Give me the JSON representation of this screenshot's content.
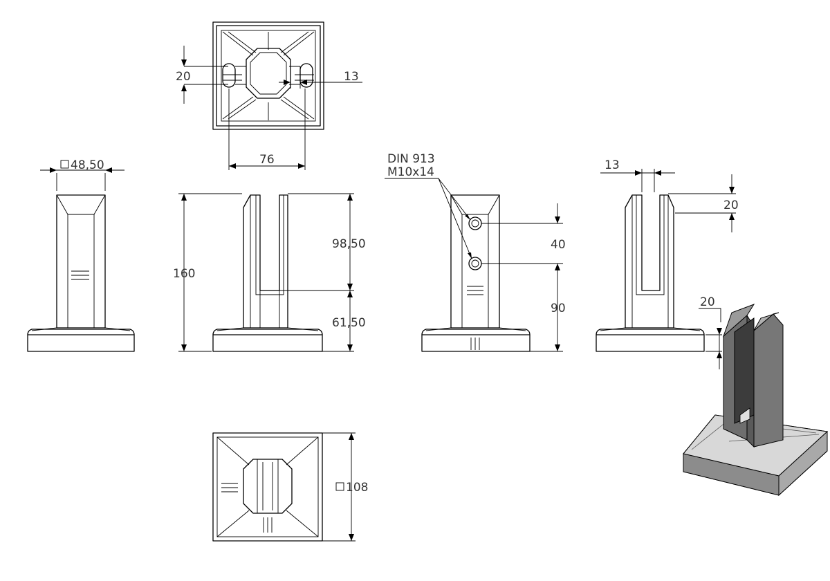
{
  "dimensions": {
    "slot_hole_height": "20",
    "slot_hole_width": "13",
    "hole_spacing": "76",
    "post_section": "48,50",
    "total_height": "160",
    "slot_depth": "98,50",
    "base_to_slot": "61,50",
    "screw_spec_line1": "DIN 913",
    "screw_spec_line2": "M10x14",
    "screw_spacing": "40",
    "screw_height": "90",
    "slot_width": "13",
    "top_chamfer": "20",
    "base_thickness": "20",
    "base_section": "108"
  },
  "symbols": {
    "square": "square-symbol"
  }
}
